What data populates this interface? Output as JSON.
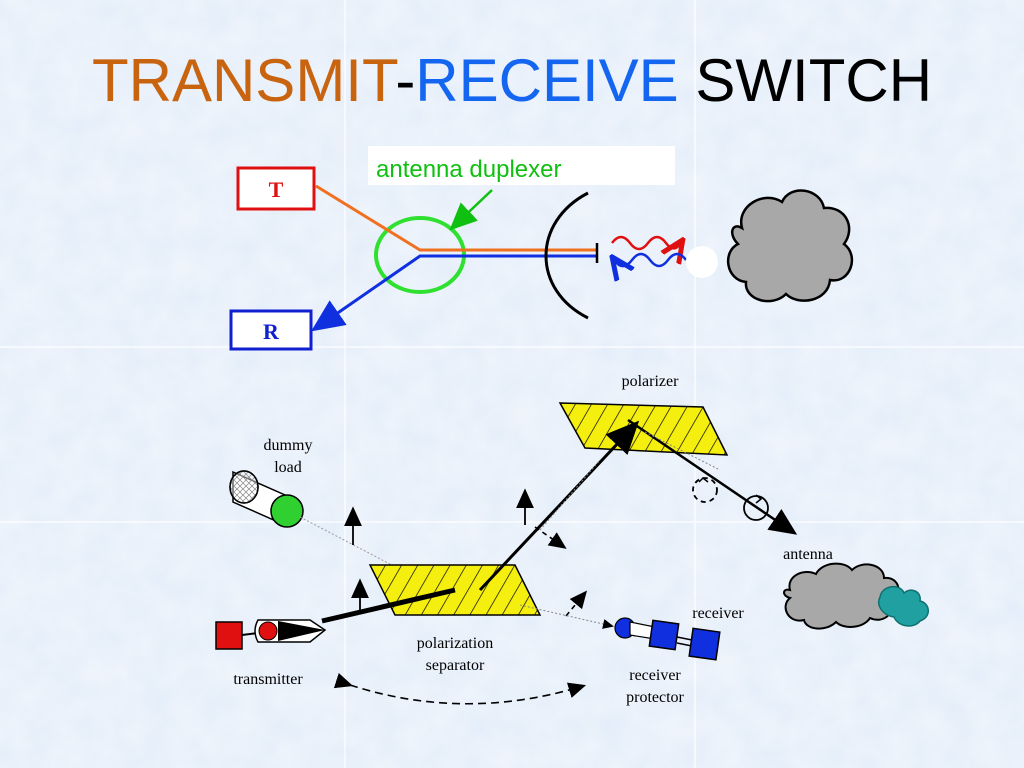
{
  "title": {
    "part1": "TRANSMIT",
    "dash": "-",
    "part2": "RECEIVE",
    "part3": " SWITCH"
  },
  "colors": {
    "title_transmit": "#c8640f",
    "title_receive": "#1466f0",
    "title_switch": "#000000",
    "transmit_path": "#f07020",
    "receive_path": "#1030e0",
    "duplexer_circle": "#30e030",
    "duplexer_label": "#10c010",
    "t_box": "#e01010",
    "r_box": "#1020d0",
    "cloud": "#a8a8a8",
    "polarizer": "#f5ef10",
    "dummy_load": "#30d030",
    "receiver": "#1030e0",
    "transmitter": "#e01010",
    "antenna_feed": "#20a0a0"
  },
  "upper": {
    "t_label": "T",
    "r_label": "R",
    "duplexer_label": "antenna duplexer"
  },
  "lower": {
    "polarizer": "polarizer",
    "dummy_load_line1": "dummy",
    "dummy_load_line2": "load",
    "antenna": "antenna",
    "receiver": "receiver",
    "separator_line1": "polarization",
    "separator_line2": "separator",
    "transmitter": "transmitter",
    "protector_line1": "receiver",
    "protector_line2": "protector"
  }
}
